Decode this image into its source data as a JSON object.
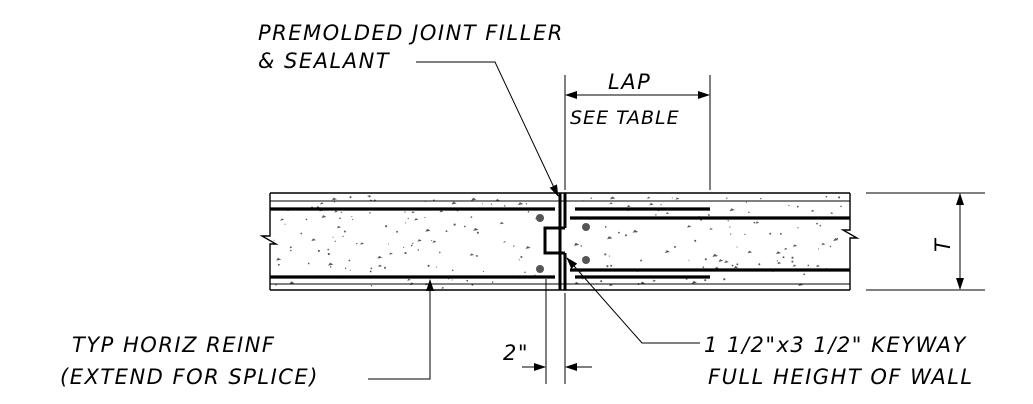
{
  "labels": {
    "joint_filler_line1": "PREMOLDED JOINT FILLER",
    "joint_filler_line2": "& SEALANT",
    "lap": "LAP",
    "see_table": "SEE TABLE",
    "thickness": "T",
    "horiz_reinf_line1": "TYP HORIZ REINF",
    "horiz_reinf_line2": "(EXTEND FOR SPLICE)",
    "gap_dim": "2\"",
    "keyway_line1": "1 1/2\"x3 1/2\" KEYWAY",
    "keyway_line2": "FULL HEIGHT OF WALL"
  },
  "colors": {
    "ink": "#000000",
    "background": "#ffffff",
    "aggregate": "#5a5a5a",
    "rebar_dot": "#555555"
  }
}
